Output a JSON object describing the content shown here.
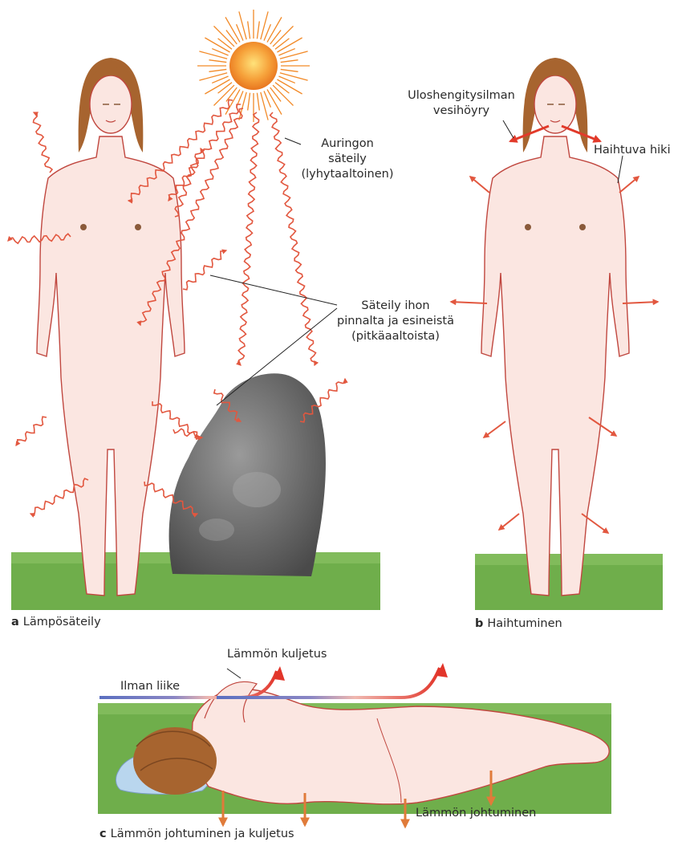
{
  "panel_a": {
    "caption_letter": "a",
    "caption_text": "Lämpösäteily",
    "sun_label": [
      "Auringon",
      "säteily",
      "(lyhytaaltoinen)"
    ],
    "skin_label": [
      "Säteily ihon",
      "pinnalta ja esineistä",
      "(pitkäaaltoista)"
    ]
  },
  "panel_b": {
    "caption_letter": "b",
    "caption_text": "Haihtuminen",
    "breath_label": [
      "Uloshengitysilman",
      "vesihöyry"
    ],
    "sweat_label": "Haihtuva hiki"
  },
  "panel_c": {
    "caption_letter": "c",
    "caption_text": "Lämmön johtuminen ja kuljetus",
    "transport_label": "Lämmön kuljetus",
    "air_label": "Ilman liike",
    "conduction_label": "Lämmön johtuminen"
  },
  "colors": {
    "skin": "#fbe6e1",
    "outline": "#c0473f",
    "arrow": "#e2573f",
    "sun": "#f28a28",
    "grass": "#6fae4b",
    "hair": "#a7642f",
    "stone": "#6f6f6f",
    "air": "#5b6fc0",
    "pillow": "#b9d6ee",
    "conduction_arrow": "#e07b3a"
  }
}
